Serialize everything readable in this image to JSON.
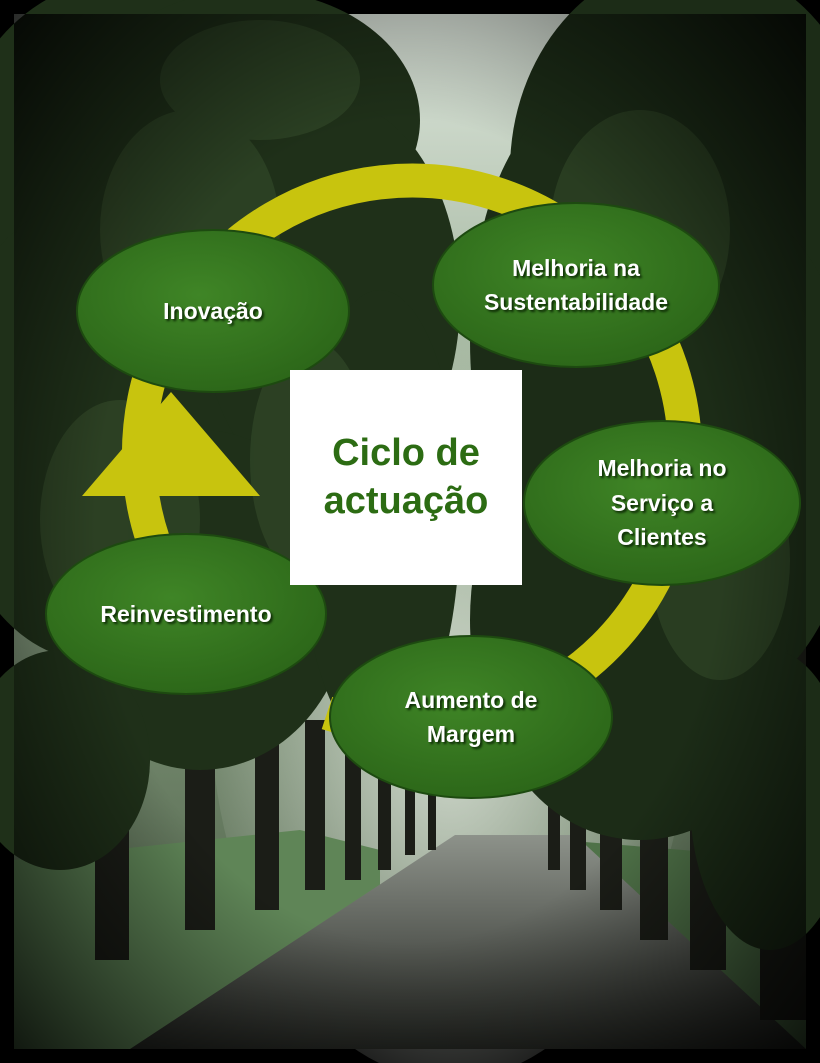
{
  "diagram": {
    "center_title": "Ciclo de\nactuação",
    "nodes": [
      {
        "label": "Inovação"
      },
      {
        "label": "Melhoria na\nSustentabilidade"
      },
      {
        "label": "Melhoria no\nServiço a\nClientes"
      },
      {
        "label": "Aumento de\nMargem"
      },
      {
        "label": "Reinvestimento"
      }
    ]
  },
  "colors": {
    "ellipse_fill": "#2e6a1c",
    "ellipse_highlight": "#3f8526",
    "ring": "#c8c40e",
    "center_text": "#2c6c13",
    "frame": "#000000"
  },
  "icons": {
    "cycle_arrow": "curved-cycle-arrow",
    "background": "tree-lined-avenue-photo"
  }
}
